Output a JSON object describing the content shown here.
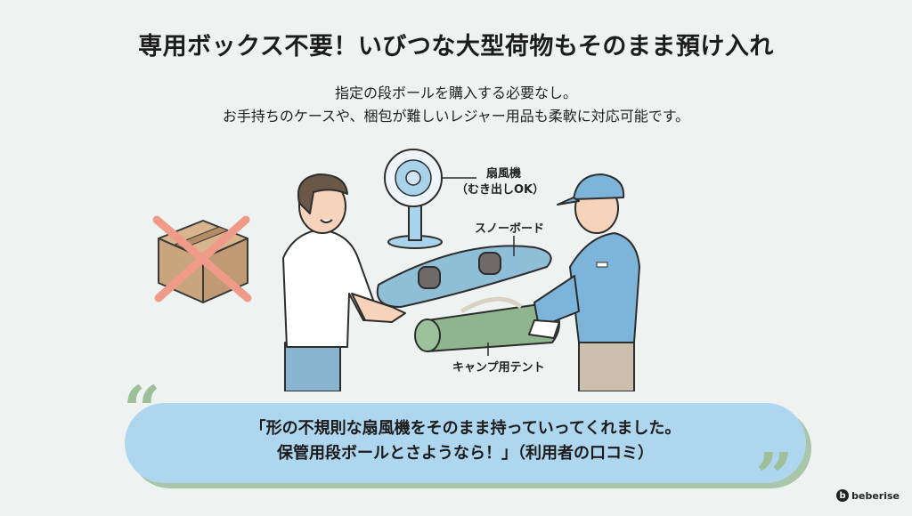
{
  "header": {
    "title": "専用ボックス不要！いびつな大型荷物もそのまま預け入れ",
    "subtitle_line1": "指定の段ボールを購入する必要なし。",
    "subtitle_line2": "お手持ちのケースや、梱包が難しいレジャー用品も柔軟に対応可能です。"
  },
  "illustration": {
    "labels": {
      "fan": "扇風機",
      "fan_note": "（むき出しOK）",
      "snowboard": "スノーボード",
      "tent": "キャンプ用テント"
    },
    "icons": [
      "crossed-out-cardboard-box",
      "customer-person",
      "delivery-staff-person",
      "electric-fan",
      "snowboard",
      "rolled-tent"
    ],
    "colors": {
      "box": "#c9a57e",
      "cross": "#f09a8a",
      "fan_blue": "#a9d3ea",
      "snowboard": "#8fbfd6",
      "tent_green": "#8fb58f",
      "uniform_blue": "#7db4d9",
      "pants_beige": "#cbbfae"
    }
  },
  "testimonial": {
    "line1": "「形の不規則な扇風機をそのまま持っていってくれました。",
    "line2": "保管用段ボールとさようなら！」（利用者の口コミ）",
    "open_quote": "“",
    "close_quote": "”",
    "bubble_color": "#aed7ef",
    "quote_color": "#9fbf9b"
  },
  "brand": {
    "logo_letter": "b",
    "name": "beberise"
  }
}
